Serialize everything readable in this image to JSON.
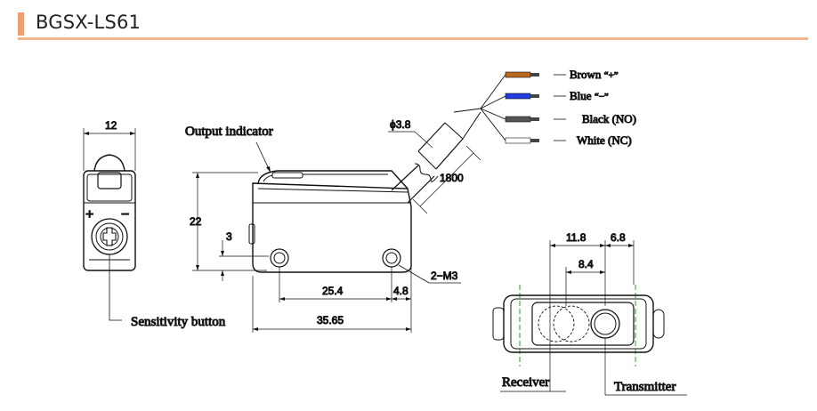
{
  "header": {
    "title": "BGSX-LS61"
  },
  "labels": {
    "output_indicator": "Output indicator",
    "sensitivity_button": "Sensitivity button",
    "receiver": "Receiver",
    "transmitter": "Transmitter"
  },
  "wires": [
    {
      "label": "Brown",
      "polarity": "“+”",
      "color": "#b86a1e"
    },
    {
      "label": "Blue",
      "polarity": "“−”",
      "color": "#1f3de0"
    },
    {
      "label": "Black",
      "polarity": "(NO)",
      "color": "#555555"
    },
    {
      "label": "White",
      "polarity": "(NC)",
      "color": "#ffffff"
    }
  ],
  "dimensions": {
    "width_side": "12",
    "height": "22",
    "hole_offset": "3",
    "hole_spacing": "25.4",
    "edge_offset": "4.8",
    "length": "35.65",
    "screw": "2−M3",
    "cable_diameter": "ϕ3.8",
    "cable_length": "1800",
    "rx_tx_spacing": "11.8",
    "tx_offset": "6.8",
    "lens_width": "8.4"
  },
  "symbols": {
    "plus": "+",
    "minus": "−"
  }
}
